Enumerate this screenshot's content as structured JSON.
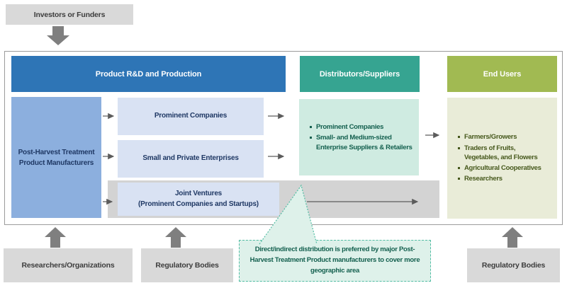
{
  "investors_box": {
    "label": "Investors or Funders"
  },
  "diagram": {
    "rnd": {
      "header": "Product R&D and Production",
      "manufacturer": {
        "line1": "Post-Harvest Treatment",
        "line2": "Product Manufacturers"
      },
      "prominent_companies": "Prominent Companies",
      "small_private_enterprises": "Small and Private Enterprises",
      "joint_ventures": {
        "line1": "Joint Ventures",
        "line2": "(Prominent Companies and Startups)"
      }
    },
    "distributors": {
      "header": "Distributors/Suppliers",
      "items": [
        "Prominent Companies",
        "Small- and Medium-sized Enterprise Suppliers & Retailers"
      ]
    },
    "end_users": {
      "header": "End Users",
      "items": [
        "Farmers/Growers",
        "Traders of Fruits, Vegetables, and Flowers",
        "Agricultural Cooperatives",
        "Researchers"
      ]
    }
  },
  "bottom_boxes": {
    "researchers": "Researchers/Organizations",
    "regulatory_left": "Regulatory Bodies",
    "regulatory_right": "Regulatory Bodies"
  },
  "callout": {
    "text": "Direct/indirect distribution is preferred by major Post-Harvest Treatment Product manufacturers to cover more geographic area"
  },
  "colors": {
    "rnd_header": "#2e75b6",
    "distributors_header": "#36a491",
    "end_users_header": "#a1ba52",
    "manufacturer_fill": "#8cafde",
    "light_blue_fill": "#d9e2f3",
    "teal_fill": "#cfebe1",
    "green_fill": "#e9ecd8",
    "gray_box_fill": "#d9d9d9",
    "gray_band_fill": "#d3d3d3",
    "callout_fill": "#def1ea",
    "callout_border": "#52bda4",
    "navy_text": "#1f3864",
    "teal_text": "#14604f",
    "olive_text": "#47591d",
    "arrow_gray": "#7f7f7f"
  }
}
